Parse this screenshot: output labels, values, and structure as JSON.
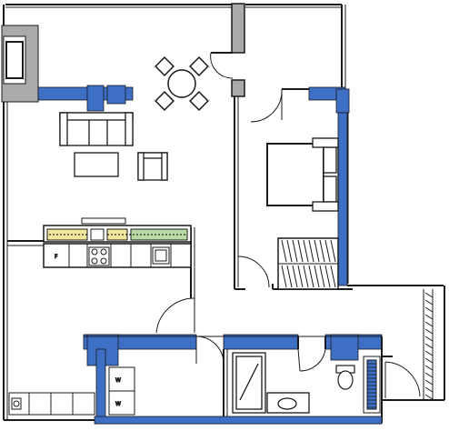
{
  "plan": {
    "colors": {
      "wall": "#1a1a1a",
      "structure_blue": "#3d6fc4",
      "column_gray": "#a9aaa9",
      "counter_yellow": "#f2e79a",
      "counter_green": "#b9dca4",
      "background": "#ffffff"
    },
    "appliance_labels": {
      "fridge": "F",
      "washer": "W",
      "dryer": "W"
    },
    "icons": [
      "sofa-icon",
      "coffee-table-icon",
      "armchair-icon",
      "dining-set-icon",
      "double-bed-icon",
      "wardrobe-icon",
      "kitchen-counter-icon",
      "stove-icon",
      "sink-icon",
      "bathtub-icon",
      "toilet-icon",
      "washbasin-icon",
      "fireplace-icon",
      "door-swing-icon"
    ]
  }
}
